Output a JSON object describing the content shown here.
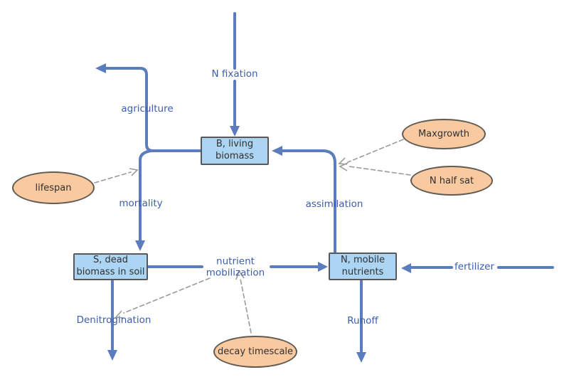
{
  "colors": {
    "flow": "#5b7cbd",
    "influence": "#9b9b9b",
    "stock_fill": "#abd5f3",
    "stock_border": "#58585a",
    "param_fill": "#f9c9a0",
    "param_border": "#5f5a52",
    "node_text": "#303030",
    "label_text": "#3c5ea9",
    "background": "#ffffff"
  },
  "stocks": {
    "living_biomass": {
      "label": "B, living\nbiomass"
    },
    "dead_biomass": {
      "label": "S, dead\nbiomass in soil"
    },
    "mobile_nutrients": {
      "label": "N, mobile\nnutrients"
    }
  },
  "parameters": {
    "lifespan": {
      "label": "lifespan"
    },
    "maxgrowth": {
      "label": "Maxgrowth"
    },
    "n_half_sat": {
      "label": "N half sat"
    },
    "decay_timescale": {
      "label": "decay timescale"
    }
  },
  "flows": {
    "n_fixation": {
      "label": "N fixation"
    },
    "agriculture": {
      "label": "agriculture"
    },
    "mortality": {
      "label": "mortality"
    },
    "assimilation": {
      "label": "assimilation"
    },
    "mobilization": {
      "label": "nutrient\nmobilization"
    },
    "fertilizer": {
      "label": "fertilizer"
    },
    "denitrogination": {
      "label": "Denitrogination"
    },
    "runoff": {
      "label": "Runoff"
    }
  }
}
